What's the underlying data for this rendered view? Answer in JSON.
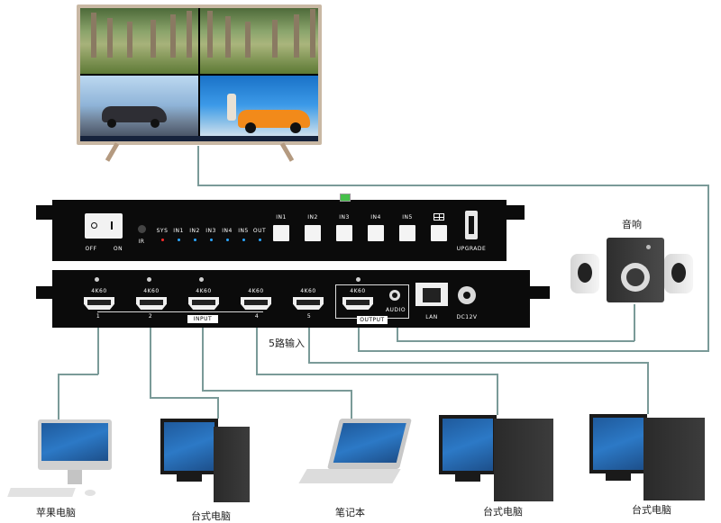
{
  "front_panel": {
    "power_off": "OFF",
    "power_on": "ON",
    "ir": "IR",
    "leds": [
      "SYS",
      "IN1",
      "IN2",
      "IN3",
      "IN4",
      "IN5",
      "OUT"
    ],
    "buttons": [
      "IN1",
      "IN2",
      "IN3",
      "IN4",
      "IN5"
    ],
    "upgrade": "UPGRADE"
  },
  "rear_panel": {
    "inputs": [
      {
        "res": "4K60",
        "num": "1"
      },
      {
        "res": "4K60",
        "num": "2"
      },
      {
        "res": "4K60",
        "num": ""
      },
      {
        "res": "4K60",
        "num": "4"
      },
      {
        "res": "4K60",
        "num": "5"
      }
    ],
    "input_label": "INPUT",
    "output_res": "4K60",
    "output_label": "OUTPUT",
    "audio_label": "AUDIO",
    "lan_label": "LAN",
    "dc_label": "DC12V"
  },
  "labels": {
    "speaker": "音响",
    "five_input": "5路输入",
    "apple": "苹果电脑",
    "desktop1": "台式电脑",
    "laptop": "笔记本",
    "desktop2": "台式电脑",
    "desktop3": "台式电脑"
  },
  "colors": {
    "wire": "#7a9a98",
    "led_sys": "#ff2a2a",
    "led_input": "#2aa6ff",
    "panel": "#0b0b0b"
  }
}
